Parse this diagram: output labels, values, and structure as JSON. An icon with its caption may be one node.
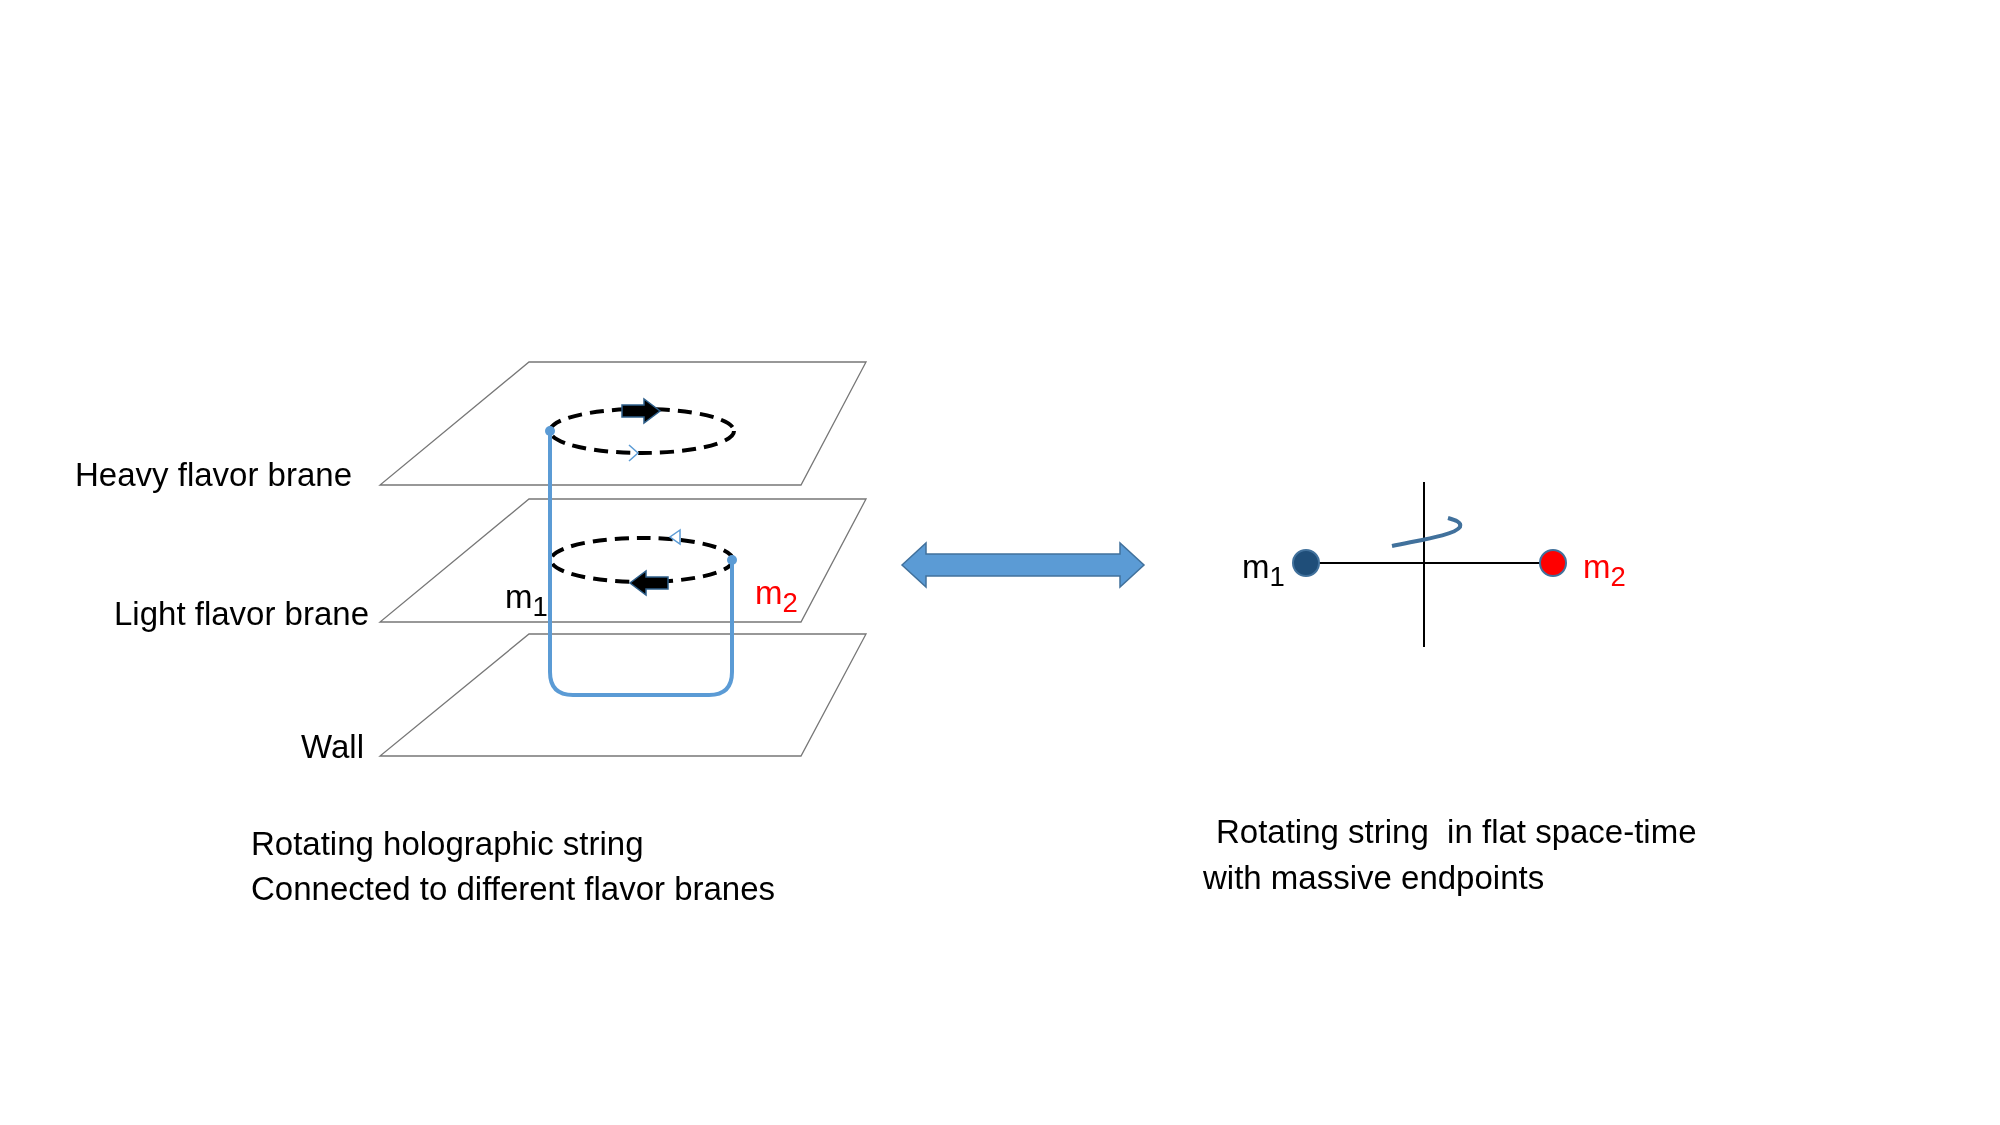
{
  "diagram": {
    "labels": [
      "Heavy flavor brane",
      "Light flavor brane",
      "Wall",
      "m$_{1}$",
      "m$_{2}$",
      "m$_{1}$",
      "m$_{2}$",
      "Rotating holographic string",
      "Connected to different flavor branes",
      "Rotating string  in flat space-time",
      "with massive endpoints"
    ]
  }
}
